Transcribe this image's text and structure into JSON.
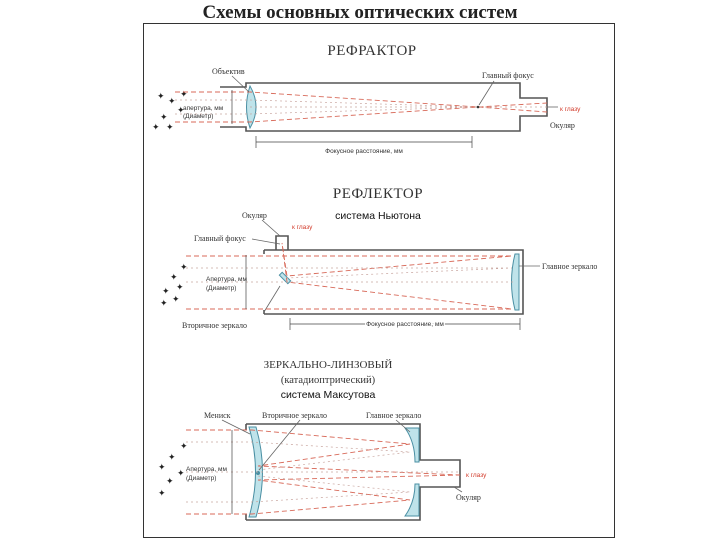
{
  "title": "Схемы основных оптических систем",
  "refractor": {
    "heading": "РЕФРАКТОР",
    "objective": "Объектив",
    "aperture_line1": "апертура, мм",
    "aperture_line2": "(Диаметр)",
    "main_focus": "Главный фокус",
    "to_eye": "к глазу",
    "eyepiece": "Окуляр",
    "focal_length": "Фокусное расстояние, мм"
  },
  "reflector": {
    "heading": "РЕФЛЕКТОР",
    "subheading": "система Ньютона",
    "eyepiece": "Окуляр",
    "to_eye": "к глазу",
    "main_focus": "Главный фокус",
    "aperture_line1": "Апертура, мм",
    "aperture_line2": "(Диаметр)",
    "main_mirror": "Главное зеркало",
    "secondary_mirror": "Вторичное зеркало",
    "focal_length": "Фокусное расстояние, мм"
  },
  "maksutov": {
    "heading_line1": "ЗЕРКАЛЬНО-ЛИНЗОВЫЙ",
    "heading_line2": "(катадиоптрический)",
    "subheading": "система Максутова",
    "meniscus": "Мениск",
    "secondary_mirror": "Вторичное зеркало",
    "main_mirror": "Главное зеркало",
    "aperture_line1": "Апертура, мм",
    "aperture_line2": "(Диаметр)",
    "to_eye": "к глазу",
    "eyepiece": "Окуляр"
  },
  "colors": {
    "ray": "#d86a5a",
    "lens_fill": "#bfe3ea",
    "to_eye": "#d23a2a"
  }
}
